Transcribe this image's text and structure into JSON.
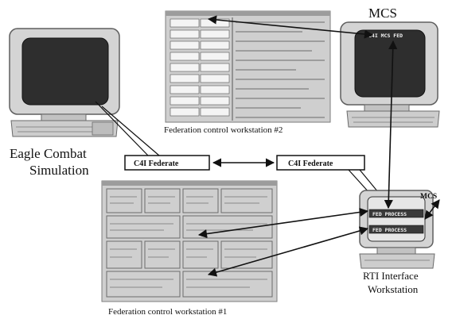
{
  "labels": {
    "mcs_top": "MCS",
    "eagle_line1": "Eagle Combat",
    "eagle_line2": "Simulation",
    "fcw2_caption": "Federation control workstation #2",
    "fcw1_caption": "Federation control workstation #1",
    "rti_line1": "RTI Interface",
    "rti_line2": "Workstation",
    "mcs_small": "MCS",
    "c4i_left": "C4I Federate",
    "c4i_right": "C4I Federate",
    "mcs_screen_text": "C4I MCS FED",
    "rti_process_1": "FED PROCESS",
    "rti_process_2": "FED PROCESS"
  },
  "colors": {
    "monitor_body": "#d4d4d4",
    "monitor_edge": "#6a6a6a",
    "screen_dark": "#2e2e2e",
    "screenshot_bg": "#cfcfcf",
    "line": "#111111"
  }
}
